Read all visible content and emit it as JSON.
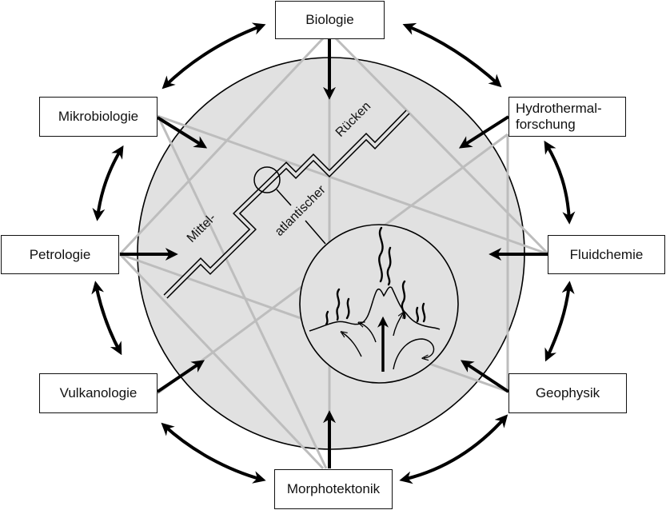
{
  "diagram": {
    "title": "Interdisziplinäre Erforschung des Mittelatlantischen Rückens",
    "center_labels": {
      "part1": "Mittel-",
      "part2": "atlantischer",
      "part3": "Rücken"
    },
    "disciplines": [
      {
        "id": "biologie",
        "label": "Biologie"
      },
      {
        "id": "hydrothermal",
        "label_line1": "Hydrothermal-",
        "label_line2": "forschung"
      },
      {
        "id": "fluidchemie",
        "label": "Fluidchemie"
      },
      {
        "id": "geophysik",
        "label": "Geophysik"
      },
      {
        "id": "morphotektonik",
        "label": "Morphotektonik"
      },
      {
        "id": "vulkanologie",
        "label": "Vulkanologie"
      },
      {
        "id": "petrologie",
        "label": "Petrologie"
      },
      {
        "id": "mikrobiologie",
        "label": "Mikrobiologie"
      }
    ],
    "cross_links": [
      [
        "biologie",
        "petrologie"
      ],
      [
        "biologie",
        "fluidchemie"
      ],
      [
        "biologie",
        "morphotektonik"
      ],
      [
        "mikrobiologie",
        "fluidchemie"
      ],
      [
        "mikrobiologie",
        "morphotektonik"
      ],
      [
        "hydrothermal",
        "geophysik"
      ],
      [
        "hydrothermal",
        "vulkanologie"
      ],
      [
        "petrologie",
        "geophysik"
      ],
      [
        "petrologie",
        "morphotektonik"
      ]
    ],
    "colors": {
      "circle_fill": "#e1e1e1",
      "cross_link": "#bdbdbd",
      "arrow": "#000000",
      "box_border": "#111111"
    }
  }
}
